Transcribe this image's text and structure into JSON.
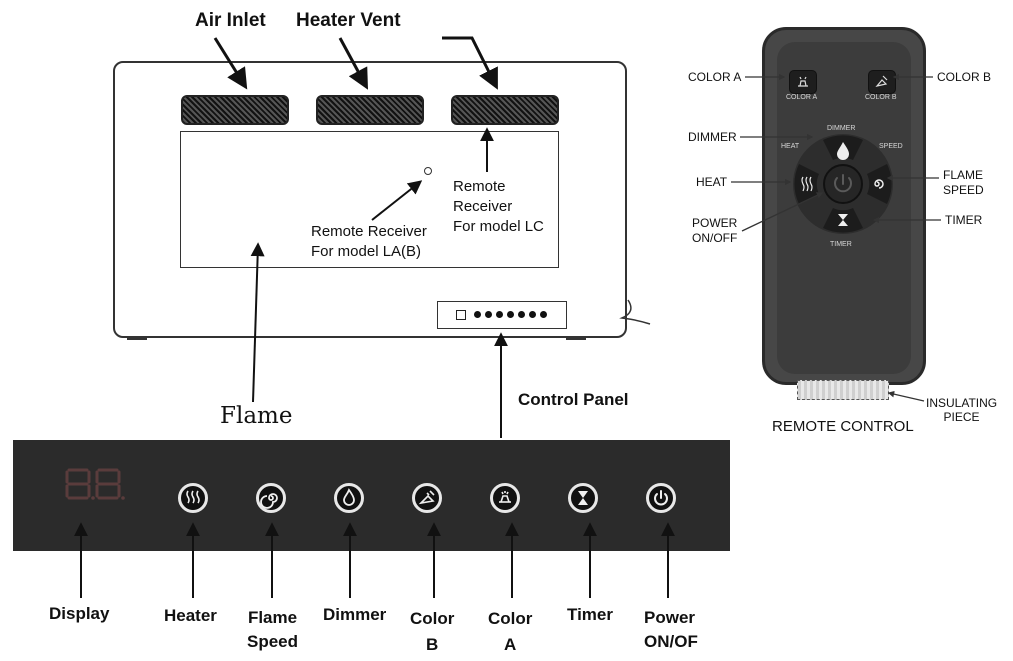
{
  "heater": {
    "air_inlet": "Air Inlet",
    "heater_vent": "Heater Vent",
    "receiver_la_1": "Remote Receiver",
    "receiver_la_2": "For model LA(B)",
    "receiver_lc_1": "Remote",
    "receiver_lc_2": "Receiver",
    "receiver_lc_3": "For model LC",
    "flame": "Flame",
    "control_panel": "Control Panel"
  },
  "panel": {
    "display_digits": "8.8.",
    "labels": {
      "display": "Display",
      "heater": "Heater",
      "flame_speed_1": "Flame",
      "flame_speed_2": "Speed",
      "dimmer": "Dimmer",
      "color_b_1": "Color",
      "color_b_2": "B",
      "color_a_1": "Color",
      "color_a_2": "A",
      "timer": "Timer",
      "power_1": "Power",
      "power_2": "ON/OF"
    }
  },
  "remote": {
    "caption": "REMOTE CONTROL",
    "btn_color_a": "COLOR A",
    "btn_color_b": "COLOR B",
    "btn_dimmer": "DIMMER",
    "btn_heat": "HEAT",
    "btn_speed": "SPEED",
    "btn_timer": "TIMER",
    "callouts": {
      "color_a": "COLOR A",
      "color_b": "COLOR B",
      "dimmer": "DIMMER",
      "heat": "HEAT",
      "flame_speed_1": "FLAME",
      "flame_speed_2": "SPEED",
      "power_1": "POWER",
      "power_2": "ON/OFF",
      "timer": "TIMER",
      "insulating_1": "INSULATING",
      "insulating_2": "PIECE"
    }
  }
}
